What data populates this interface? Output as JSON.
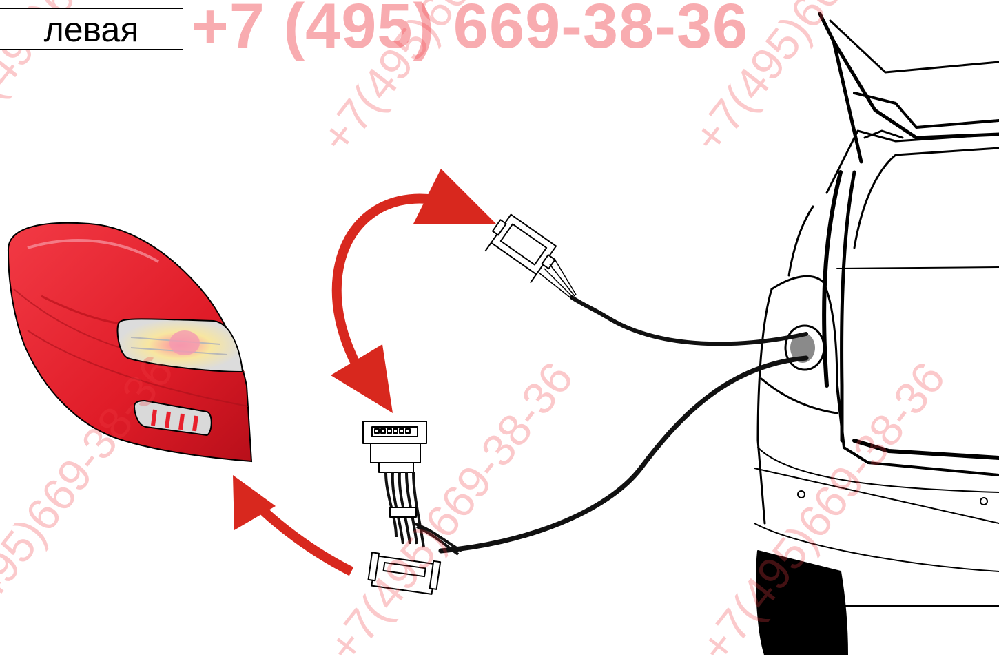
{
  "label": {
    "side": "левая"
  },
  "watermark": {
    "header_phone": "+7 (495) 669-38-36",
    "diagonal_phone": "+7(495)669-38-36"
  },
  "colors": {
    "arrow_red": "#d8281e",
    "lamp_red": "#e8202c",
    "cable_black": "#111111",
    "watermark_red": "#f04650"
  },
  "icons": [
    "tail-lamp-icon",
    "connector-female-icon",
    "adapter-harness-icon",
    "car-rear-icon",
    "arrow-icon"
  ]
}
